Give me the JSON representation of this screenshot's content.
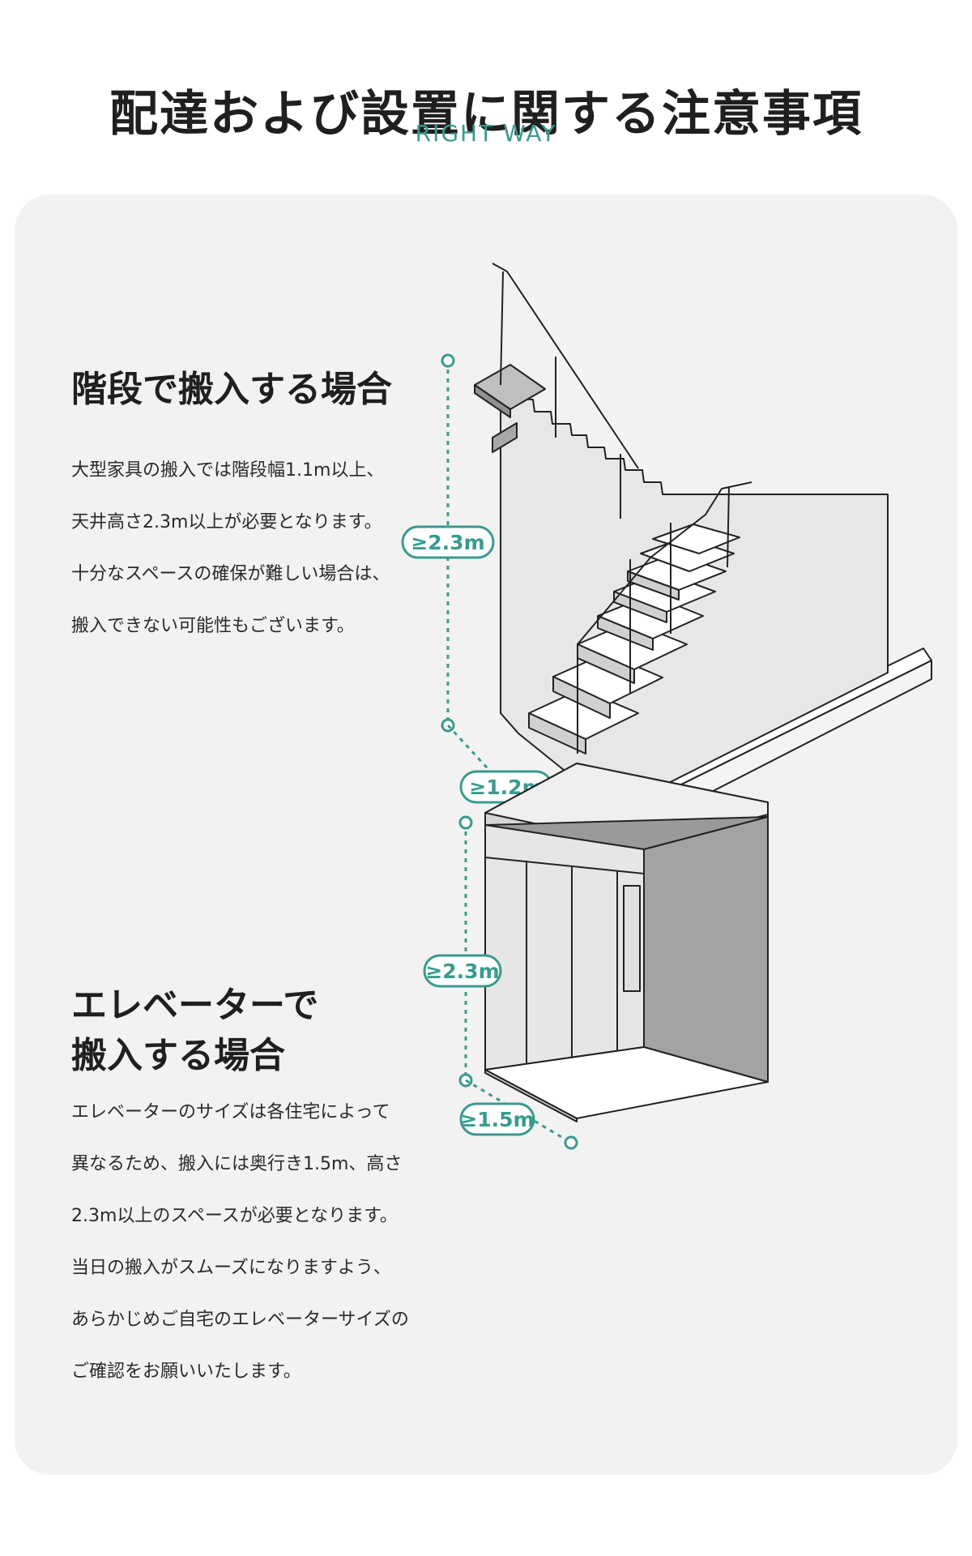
{
  "header": {
    "title": "配達および設置に関する注意事項",
    "subtitle": "RIGHT WAY"
  },
  "stairs": {
    "heading": "階段で搬入する場合",
    "lines": [
      "大型家具の搬入では階段幅1.1m以上、",
      "天井高さ2.3m以上が必要となります。",
      "十分なスペースの確保が難しい場合は、",
      "搬入できない可能性もございます。"
    ],
    "height_label": "≥2.3m",
    "width_label": "≥1.2m"
  },
  "elevator": {
    "heading_line1": "エレベーターで",
    "heading_line2": "搬入する場合",
    "lines": [
      "エレベーターのサイズは各住宅によって",
      "異なるため、搬入には奥行き1.5m、高さ",
      "2.3m以上のスペースが必要となります。",
      "当日の搬入がスムーズになりますよう、",
      "あらかじめご自宅のエレベーターサイズの",
      "ご確認をお願いいたします。"
    ],
    "height_label": "≥2.3m",
    "depth_label": "≥1.5m"
  },
  "colors": {
    "accent": "#3a9a8f",
    "card_background": "#f2f2f2",
    "text": "#222222"
  }
}
